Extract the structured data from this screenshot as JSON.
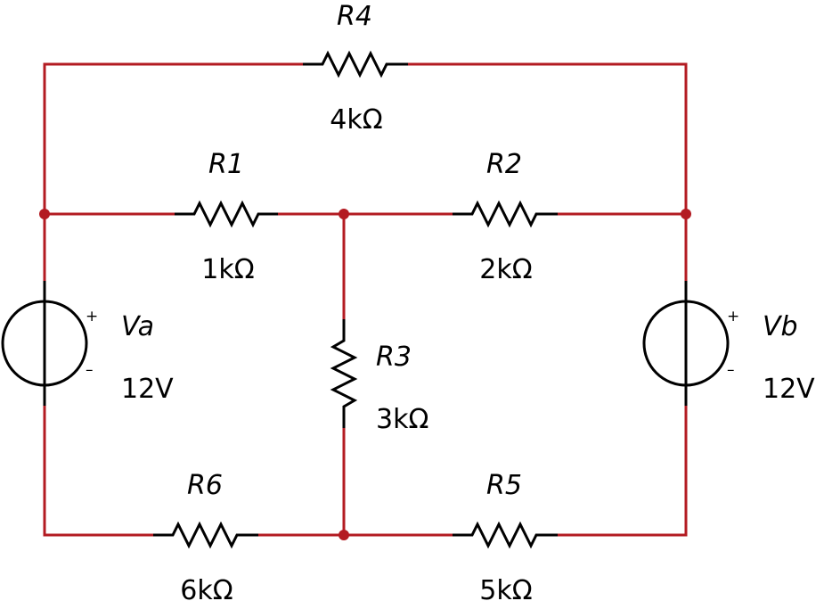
{
  "colors": {
    "wire": "#b31b22",
    "component": "#000000",
    "junction": "#b31b22"
  },
  "resistors": {
    "r4": {
      "name": "R4",
      "value": "4kΩ"
    },
    "r1": {
      "name": "R1",
      "value": "1kΩ"
    },
    "r2": {
      "name": "R2",
      "value": "2kΩ"
    },
    "r3": {
      "name": "R3",
      "value": "3kΩ"
    },
    "r5": {
      "name": "R5",
      "value": "5kΩ"
    },
    "r6": {
      "name": "R6",
      "value": "6kΩ"
    }
  },
  "sources": {
    "va": {
      "name": "Va",
      "value": "12V",
      "plus": "+",
      "minus": "–"
    },
    "vb": {
      "name": "Vb",
      "value": "12V",
      "plus": "+",
      "minus": "–"
    }
  }
}
